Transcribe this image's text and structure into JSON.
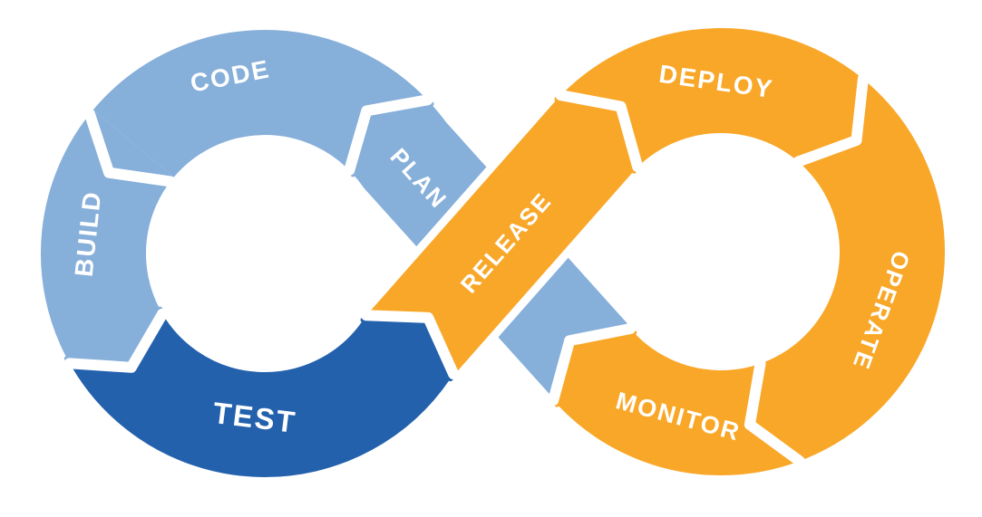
{
  "diagram": {
    "type": "devops-infinity-loop",
    "stages": [
      {
        "id": "plan",
        "label": "PLAN",
        "color_group": "light_blue"
      },
      {
        "id": "code",
        "label": "CODE",
        "color_group": "light_blue"
      },
      {
        "id": "build",
        "label": "BUILD",
        "color_group": "light_blue"
      },
      {
        "id": "test",
        "label": "TEST",
        "color_group": "dark_blue"
      },
      {
        "id": "release",
        "label": "RELEASE",
        "color_group": "orange"
      },
      {
        "id": "deploy",
        "label": "DEPLOY",
        "color_group": "orange"
      },
      {
        "id": "operate",
        "label": "OPERATE",
        "color_group": "orange"
      },
      {
        "id": "monitor",
        "label": "MONITOR",
        "color_group": "orange"
      }
    ],
    "colors": {
      "light_blue": "#86afda",
      "dark_blue": "#2361ad",
      "orange": "#f9a728",
      "label_text": "#ffffff",
      "background": "#ffffff"
    }
  }
}
